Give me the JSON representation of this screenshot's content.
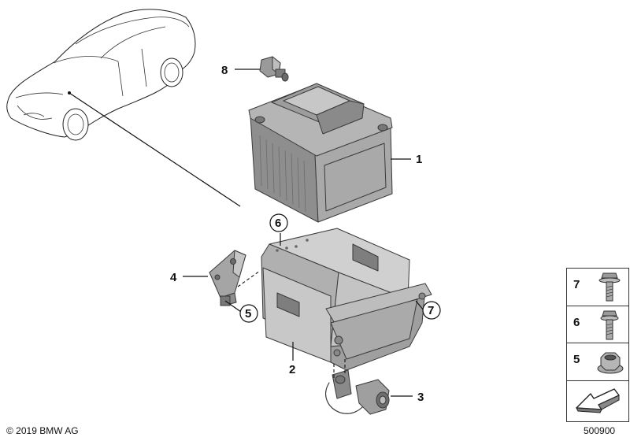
{
  "diagram": {
    "callouts": [
      {
        "id": "1",
        "text": "1"
      },
      {
        "id": "2",
        "text": "2"
      },
      {
        "id": "3",
        "text": "3"
      },
      {
        "id": "4",
        "text": "4"
      },
      {
        "id": "5",
        "text": "5"
      },
      {
        "id": "6",
        "text": "6"
      },
      {
        "id": "7",
        "text": "7"
      },
      {
        "id": "8",
        "text": "8"
      }
    ],
    "legend": [
      {
        "number": "7",
        "icon": "bolt-with-washer-icon"
      },
      {
        "number": "6",
        "icon": "bolt-with-washer-icon"
      },
      {
        "number": "5",
        "icon": "hex-nut-icon"
      },
      {
        "number": "",
        "icon": "arrow-icon"
      }
    ]
  },
  "footer": {
    "copyright": "© 2019 BMW AG",
    "diagram_number": "500900"
  },
  "colors": {
    "part_fill_dark": "#8f8f8f",
    "part_fill_mid": "#b8b8b8",
    "part_fill_light": "#d6d6d6",
    "line": "#111111"
  }
}
